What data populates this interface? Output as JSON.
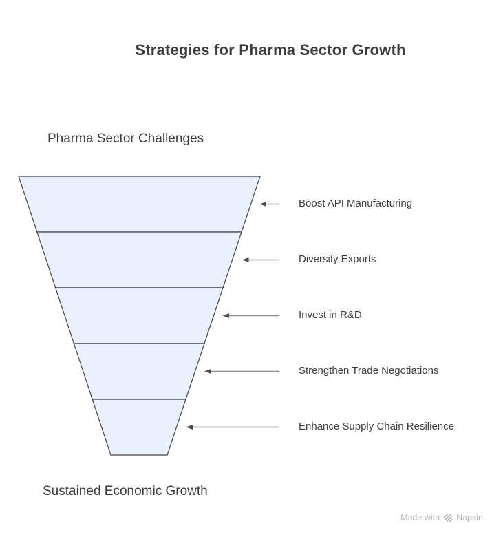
{
  "title": "Strategies for Pharma Sector Growth",
  "funnel": {
    "top_label": "Pharma Sector Challenges",
    "bottom_label": "Sustained Economic Growth",
    "fill_color": "#EBF1FC",
    "stroke_color": "#3F434B",
    "items": [
      {
        "label": "Boost API Manufacturing"
      },
      {
        "label": "Diversify Exports"
      },
      {
        "label": "Invest in R&D"
      },
      {
        "label": "Strengthen Trade Negotiations"
      },
      {
        "label": "Enhance Supply Chain Resilience"
      }
    ]
  },
  "colors": {
    "arrow_line": "#8C8C8C",
    "arrow_head": "#4C4C4C",
    "title_text": "#3D3D3D",
    "label_text": "#3E3E3E",
    "watermark_text": "#B4B4B4"
  },
  "watermark": {
    "prefix": "Made with",
    "brand": "Napkin"
  }
}
